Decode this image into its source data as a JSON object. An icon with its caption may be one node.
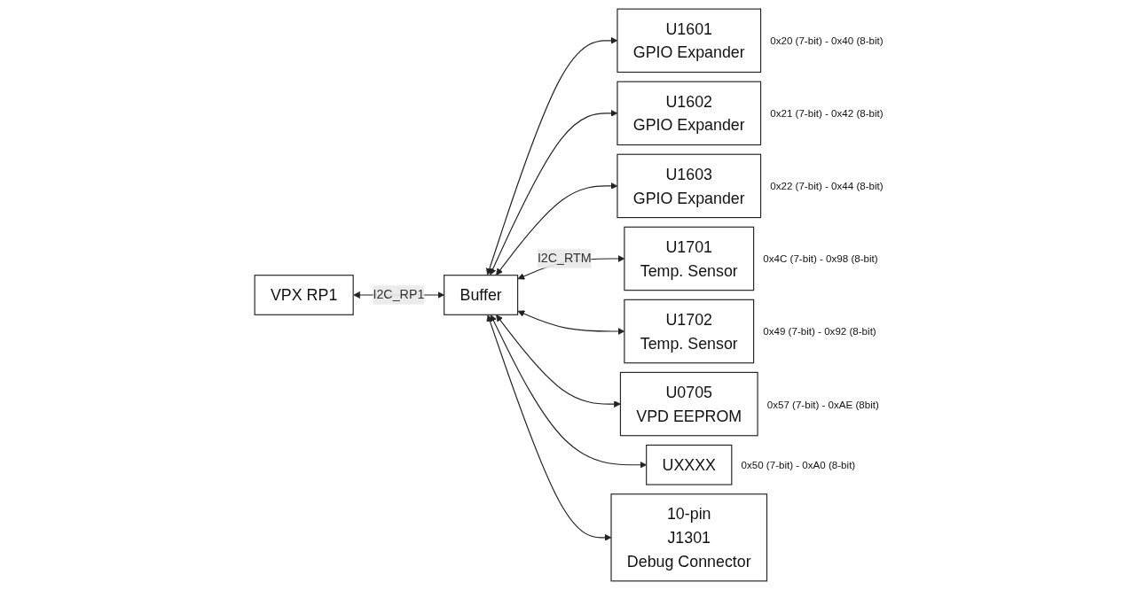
{
  "diagram": {
    "nodes": [
      {
        "text": [
          "VPX RP1"
        ]
      },
      {
        "text": [
          "Buffer"
        ]
      },
      {
        "text": [
          "U1601",
          "GPIO Expander"
        ],
        "beside": [
          "0x20 (7-bit) - 0x40 (8-bit)"
        ]
      },
      {
        "text": [
          "U1602",
          "GPIO Expander"
        ],
        "beside": [
          "0x21 (7-bit) - 0x42 (8-bit)"
        ]
      },
      {
        "text": [
          "U1603",
          "GPIO Expander"
        ],
        "beside": [
          "0x22 (7-bit) - 0x44 (8-bit)"
        ]
      },
      {
        "text": [
          "U1701",
          "Temp. Sensor"
        ],
        "beside": [
          "0x4C (7-bit) - 0x98 (8-bit)"
        ]
      },
      {
        "text": [
          "U1702",
          "Temp. Sensor"
        ],
        "beside": [
          "0x49 (7-bit) - 0x92 (8-bit)"
        ]
      },
      {
        "text": [
          "U0705",
          "VPD EEPROM"
        ],
        "beside": [
          "0x57 (7-bit) - 0xAE (8bit)"
        ]
      },
      {
        "text": [
          "UXXXX"
        ],
        "beside": [
          "0x50 (7-bit) - 0xA0 (8-bit)"
        ]
      },
      {
        "text": [
          "10-pin",
          "J1301",
          "Debug Connector"
        ]
      }
    ],
    "edges": [
      {
        "from": 0,
        "to": 1,
        "arrow": "both",
        "label": "I2C_RP1"
      },
      {
        "from": 1,
        "to": 2,
        "arrow": "both"
      },
      {
        "from": 1,
        "to": 3,
        "arrow": "both"
      },
      {
        "from": 1,
        "to": 4,
        "arrow": "both"
      },
      {
        "from": 1,
        "to": 5,
        "arrow": "both",
        "label": "I2C_RTM"
      },
      {
        "from": 1,
        "to": 6,
        "arrow": "both"
      },
      {
        "from": 1,
        "to": 7,
        "arrow": "both"
      },
      {
        "from": 1,
        "to": 8,
        "arrow": "both"
      },
      {
        "from": 1,
        "to": 9,
        "arrow": "both"
      }
    ]
  }
}
